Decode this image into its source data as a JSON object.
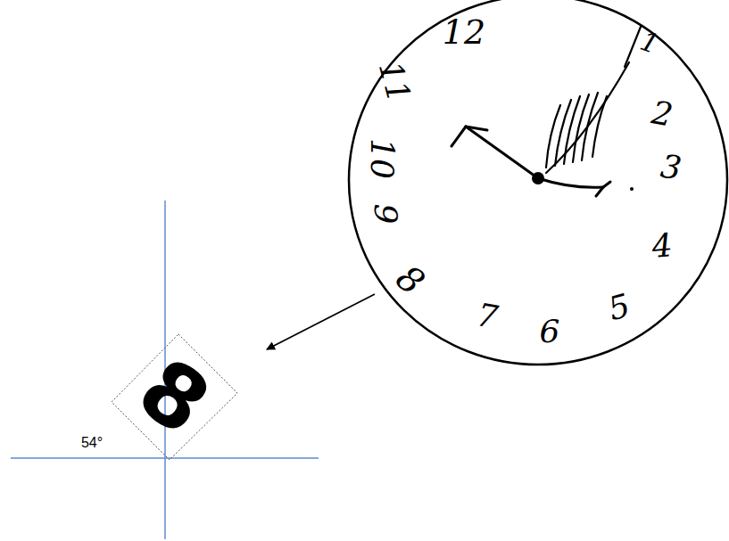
{
  "diagram": {
    "labels": [
      "12",
      "1",
      "2",
      "3",
      "4",
      "5",
      "6",
      "7",
      "8",
      "9",
      "10",
      "11",
      "8",
      "54°"
    ]
  }
}
